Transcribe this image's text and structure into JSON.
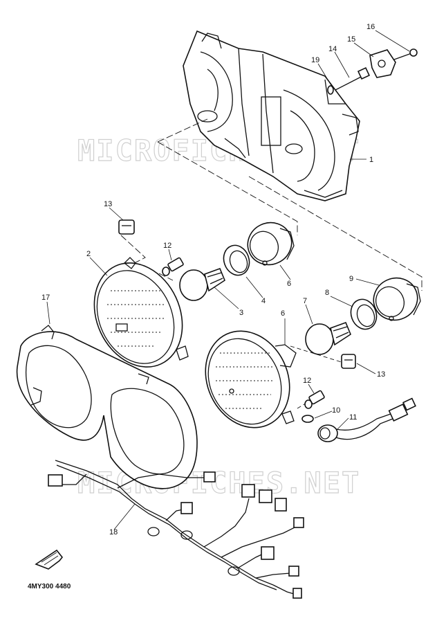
{
  "diagram": {
    "watermark_top": "MICROFICHES.NET",
    "watermark_bottom": "MICROFICHES.NET",
    "drawing_code": "4MY300 4480",
    "callouts": {
      "c1": "1",
      "c2": "2",
      "c3": "3",
      "c4": "4",
      "c6a": "6",
      "c6b": "6",
      "c7": "7",
      "c8": "8",
      "c9": "9",
      "c10": "10",
      "c11": "11",
      "c12a": "12",
      "c12b": "12",
      "c13a": "13",
      "c13b": "13",
      "c14": "14",
      "c15": "15",
      "c16": "16",
      "c17": "17",
      "c18": "18",
      "c19": "19"
    }
  }
}
